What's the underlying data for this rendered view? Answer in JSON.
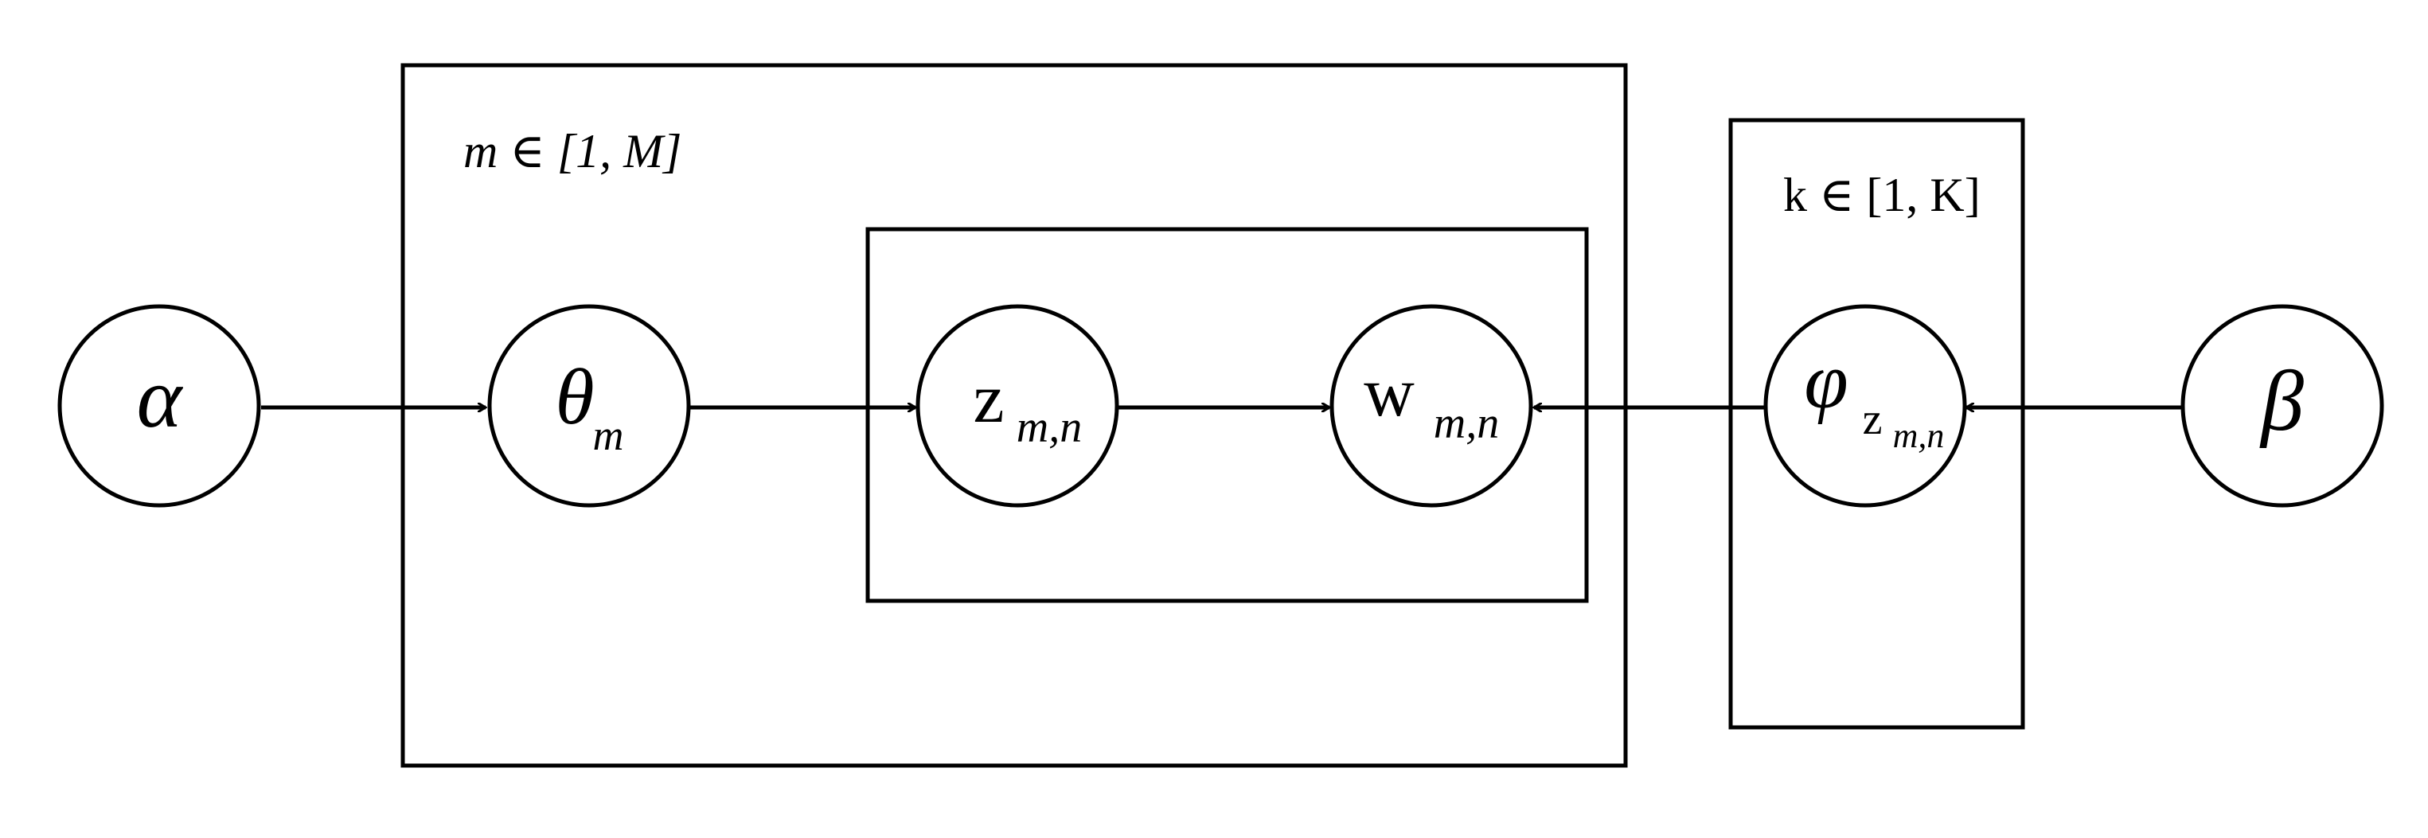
{
  "plates": {
    "document": {
      "label": "m ∈ [1, M]"
    },
    "word": {
      "label": ""
    },
    "topic": {
      "label": "k ∈ [1, K]"
    }
  },
  "nodes": {
    "alpha": {
      "symbol": "α",
      "subscript": ""
    },
    "theta": {
      "symbol": "θ",
      "subscript": "m"
    },
    "z": {
      "symbol": "z",
      "subscript": "m,n"
    },
    "w": {
      "symbol": "w",
      "subscript": "m,n"
    },
    "phi": {
      "symbol": "φ",
      "subscript": "z",
      "subsubscript": "m,n"
    },
    "beta": {
      "symbol": "β",
      "subscript": ""
    }
  },
  "edges": [
    {
      "from": "alpha",
      "to": "theta"
    },
    {
      "from": "theta",
      "to": "z"
    },
    {
      "from": "z",
      "to": "w"
    },
    {
      "from": "phi",
      "to": "w"
    },
    {
      "from": "beta",
      "to": "phi"
    }
  ],
  "colors": {
    "stroke": "#000000",
    "background": "#ffffff"
  }
}
